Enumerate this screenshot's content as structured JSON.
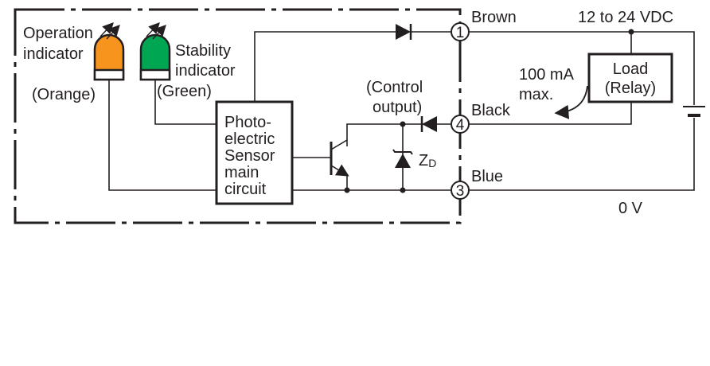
{
  "labels": {
    "operation_indicator_1": "Operation",
    "operation_indicator_2": "indicator",
    "operation_color": "(Orange)",
    "stability_indicator_1": "Stability",
    "stability_indicator_2": "indicator",
    "stability_color": "(Green)",
    "circuit_1": "Photo-",
    "circuit_2": "electric",
    "circuit_3": "Sensor",
    "circuit_4": "main",
    "circuit_5": "circuit",
    "control_output_1": "(Control",
    "control_output_2": "output)",
    "zener_z": "Z",
    "zener_sub": "D",
    "wire_brown": "Brown",
    "wire_black": "Black",
    "wire_blue": "Blue",
    "terminal_1": "1",
    "terminal_4": "4",
    "terminal_3": "3",
    "supply": "12 to 24 VDC",
    "load_1": "Load",
    "load_2": "(Relay)",
    "current_1": "100 mA",
    "current_2": "max.",
    "zero_volt": "0 V"
  },
  "colors": {
    "operation_led": "#f7941d",
    "stability_led": "#00a651",
    "line": "#231f20"
  }
}
